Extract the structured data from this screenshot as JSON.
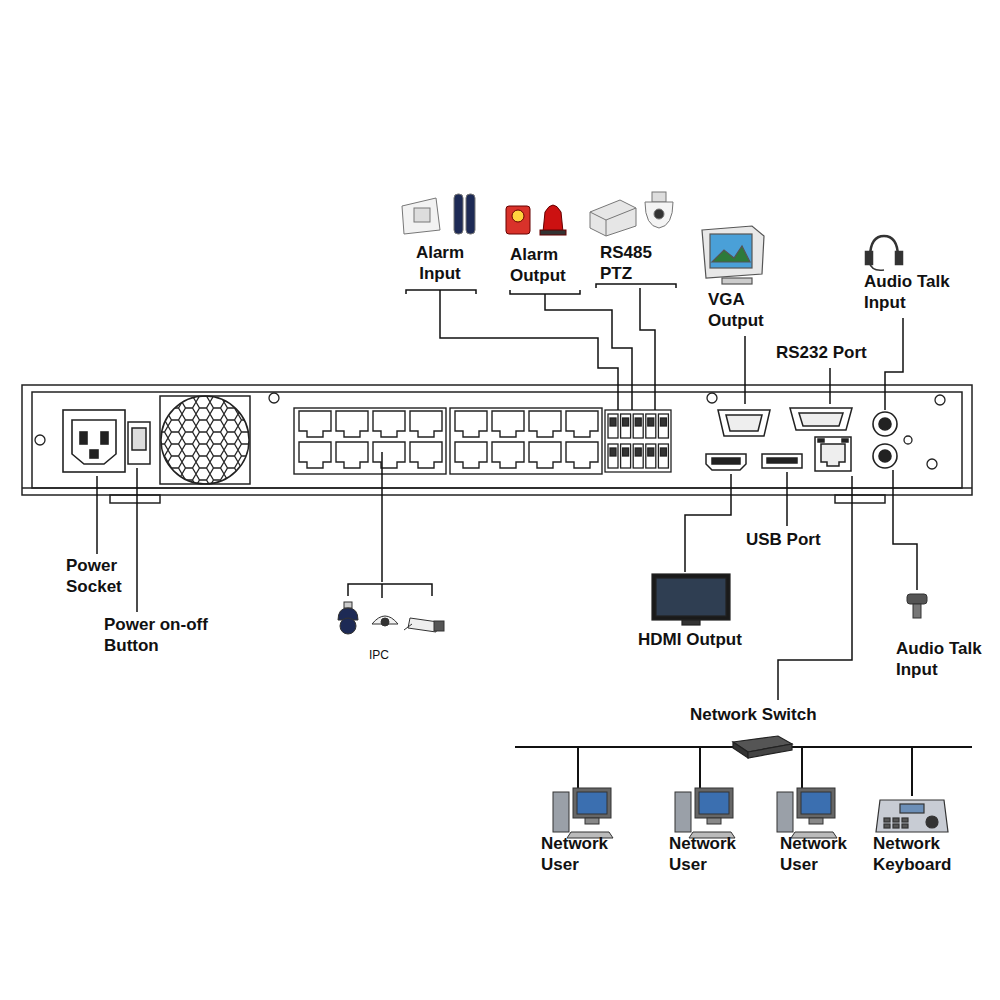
{
  "diagram": {
    "labels": [
      "Alarm Input",
      "Alarm Output",
      "RS485 PTZ",
      "VGA Output",
      "Audio Talk Input",
      "RS232 Port",
      "Power Socket",
      "Power on-off Button",
      "IPC",
      "USB Port",
      "HDMI Output",
      "Audio Talk Input",
      "Network Switch",
      "Network User",
      "Network User",
      "Network User",
      "Network Keyboard"
    ]
  }
}
